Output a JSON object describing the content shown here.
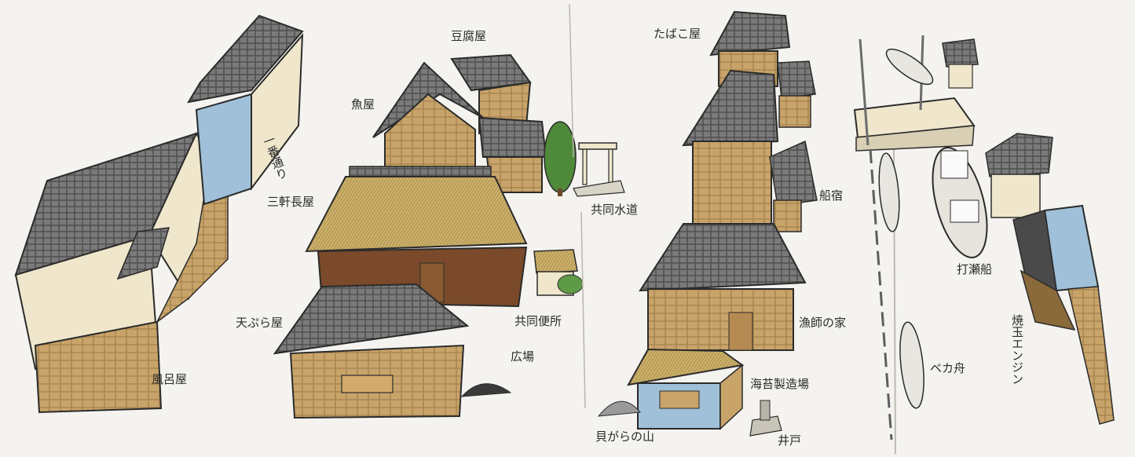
{
  "labels": {
    "ichiban_dori": "一番通り",
    "tofuya": "豆腐屋",
    "sakanaya": "魚屋",
    "sangen_nagaya": "三軒長屋",
    "kyodo_suido": "共同水道",
    "kyodo_benjo": "共同便所",
    "hiroba": "広場",
    "tempuraya": "天ぷら屋",
    "furoya": "風呂屋",
    "tabakoya": "たばこ屋",
    "funayado": "船宿",
    "ryoshi_no_ie": "漁師の家",
    "nori_seizojo": "海苔製造場",
    "kaigara_no_yama": "貝がらの山",
    "ido": "井戸",
    "beka_bune": "ベカ舟",
    "utase_bune": "打瀬船",
    "yakidama_engine": "焼玉エンジン"
  },
  "colors": {
    "paper": "#f4f3ef",
    "roof_tile": "#6e6e6e",
    "wall_wood": "#c9a46a",
    "wall_plaster": "#efe6cc",
    "thatch": "#cdb16a",
    "dark_wood": "#7a4a2a",
    "blue_wall": "#9fc0d8",
    "tree": "#4f8a3a",
    "outline": "#2b2b2b"
  }
}
